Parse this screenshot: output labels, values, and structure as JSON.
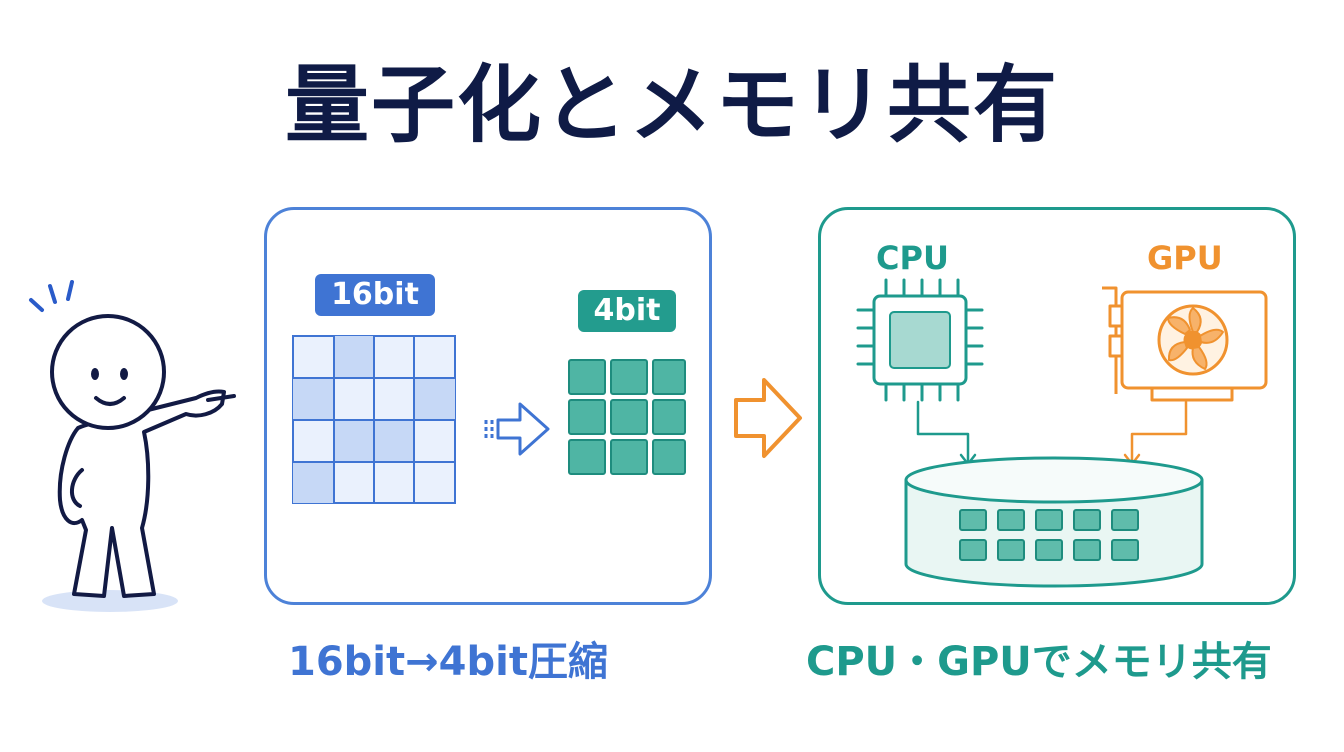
{
  "title": "量子化とメモリ共有",
  "left_panel": {
    "badge_16": "16bit",
    "badge_4": "4bit",
    "caption": "16bit→4bit圧縮"
  },
  "right_panel": {
    "cpu_label": "CPU",
    "gpu_label": "GPU",
    "caption": "CPU・GPUでメモリ共有"
  },
  "colors": {
    "title": "#0f1b46",
    "blue": "#3f74d3",
    "teal": "#1e9a8d",
    "orange": "#f0922f"
  },
  "icons": [
    "person-pointing-icon",
    "grid-16bit-icon",
    "grid-4bit-icon",
    "arrow-right-icon",
    "cpu-chip-icon",
    "gpu-card-icon",
    "fan-icon",
    "shared-memory-icon"
  ]
}
